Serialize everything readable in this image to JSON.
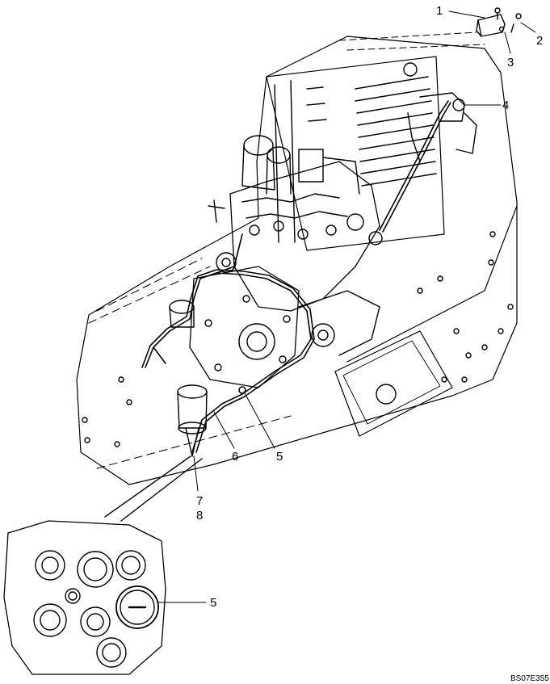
{
  "figure_id": "BS07E355",
  "callouts": {
    "c1": "1",
    "c2": "2",
    "c3": "3",
    "c4": "4",
    "c5a": "5",
    "c6": "6",
    "c7": "7",
    "c8": "8",
    "c5b": "5"
  }
}
